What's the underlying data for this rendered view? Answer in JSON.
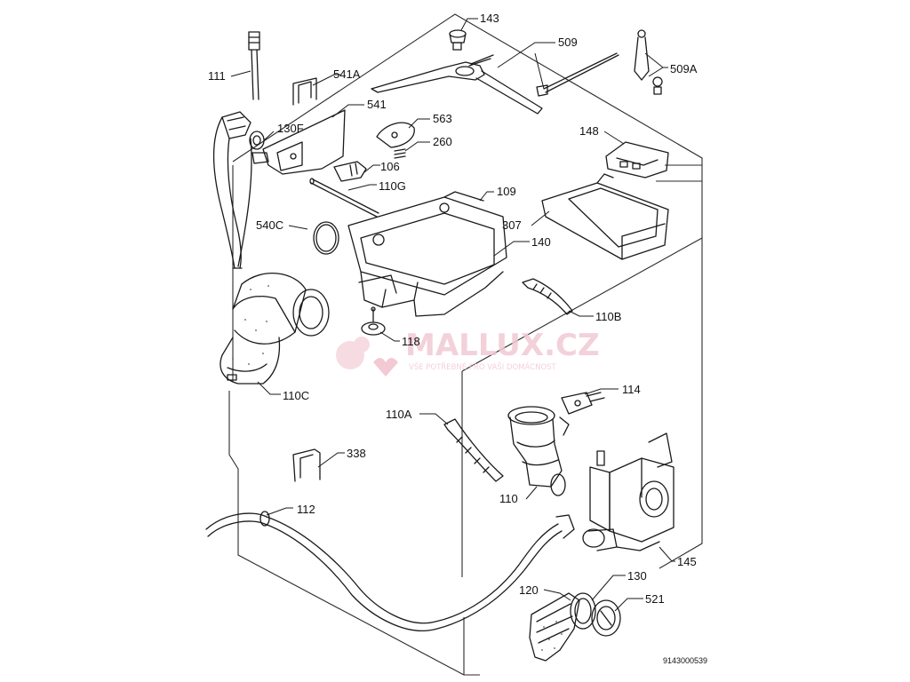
{
  "labels": {
    "l143": "143",
    "l509": "509",
    "l509a": "509A",
    "l111": "111",
    "l541a": "541A",
    "l541": "541",
    "l130f": "130F",
    "l563": "563",
    "l260": "260",
    "l106": "106",
    "l148": "148",
    "l110g": "110G",
    "l109": "109",
    "l540c": "540C",
    "l307": "307",
    "l140": "140",
    "l110b": "110B",
    "l118": "118",
    "l110c": "110C",
    "l114": "114",
    "l110a": "110A",
    "l338": "338",
    "l110": "110",
    "l112": "112",
    "l145": "145",
    "l130": "130",
    "l120": "120",
    "l521": "521"
  },
  "watermark": {
    "brand": "MALLUX.CZ",
    "tagline": "VŠE POTŘEBNÉ PRO VAŠI DOMÁCNOST"
  },
  "drawing_code": "9143000539"
}
